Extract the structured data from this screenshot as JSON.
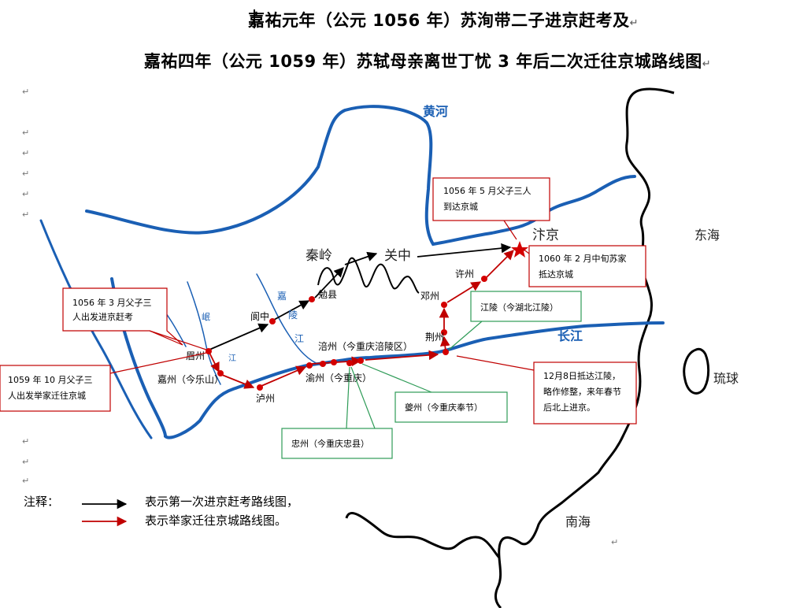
{
  "title": {
    "line1": "嘉祐元年（公元 1056 年）苏洵带二子进京赶考及",
    "line2": "嘉祐四年（公元 1059 年）苏轼母亲离世丁忧 3 年后二次迁往京城路线图"
  },
  "paragraph_mark": "↵",
  "map_labels": {
    "yellow_river": "黄河",
    "yangtze": "长江",
    "east_sea": "东海",
    "ryukyu": "琉球",
    "south_sea": "南海",
    "qinling": "秦岭",
    "guanzhong": "关中",
    "bianjing": "汴京",
    "min_river": "岷",
    "jiang_small": "江",
    "jialing_1": "嘉",
    "jialing_2": "陵",
    "jialing_3": "江"
  },
  "places": {
    "meizhou": "眉州",
    "jiazhou": "嘉州（今乐山）",
    "luzhou": "泸州",
    "yuzhou": "渝州（今重庆）",
    "fuzhou": "涪州（今重庆涪陵区）",
    "langzhong": "阆中",
    "mianxian": "勉县",
    "jingzhou": "荆州",
    "dengzhou": "邓州",
    "xuzhou": "许州"
  },
  "callouts": {
    "depart_1056": [
      "1056 年 3 月父子三",
      "人出发进京赶考"
    ],
    "depart_1059": [
      "1059 年 10 月父子三",
      "人出发举家迁往京城"
    ],
    "arrive_1056": [
      "1056 年 5 月父子三人",
      "到达京城"
    ],
    "arrive_1060": [
      "1060 年 2 月中旬苏家",
      "抵达京城"
    ],
    "jiangling": "江陵（今湖北江陵）",
    "kuizhou": "夔州（今重庆奉节）",
    "zhongzhou": "忠州（今重庆忠县）",
    "dec8": [
      "12月8日抵达江陵，",
      "略作修整，来年春节",
      "后北上进京。"
    ]
  },
  "legend": {
    "label": "注释：",
    "first_trip": "表示第一次进京赶考路线图，",
    "family_move": "表示举家迁往京城路线图。"
  },
  "colors": {
    "river": "#1a5fb4",
    "coast": "#000000",
    "first_route": "#000000",
    "family_route": "#c00000",
    "city_dot": "#d40000",
    "green_callout": "#2e9b57",
    "red_callout": "#c00000"
  }
}
